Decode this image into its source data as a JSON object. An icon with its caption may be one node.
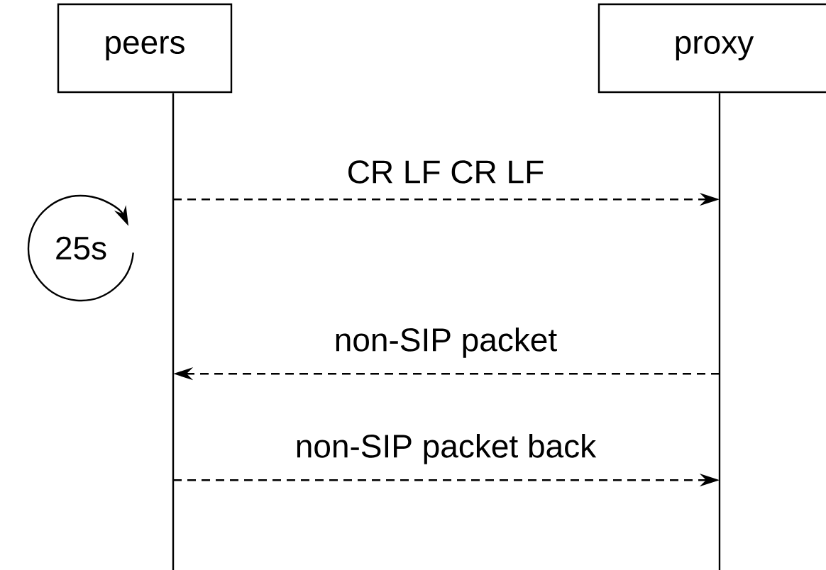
{
  "diagram": {
    "nodes": [
      {
        "text": [
          "peers"
        ]
      },
      {
        "text": [
          "proxy"
        ]
      },
      {
        "text": [
          "25s"
        ]
      }
    ],
    "edges": [
      {
        "from": 0,
        "to": 1,
        "arrow": "to",
        "label": "CR LF CR LF",
        "style": "dashed"
      },
      {
        "from": 1,
        "to": 0,
        "arrow": "to",
        "label": "non-SIP packet",
        "style": "dashed"
      },
      {
        "from": 0,
        "to": 1,
        "arrow": "to",
        "label": "non-SIP packet back",
        "style": "dashed"
      }
    ]
  }
}
